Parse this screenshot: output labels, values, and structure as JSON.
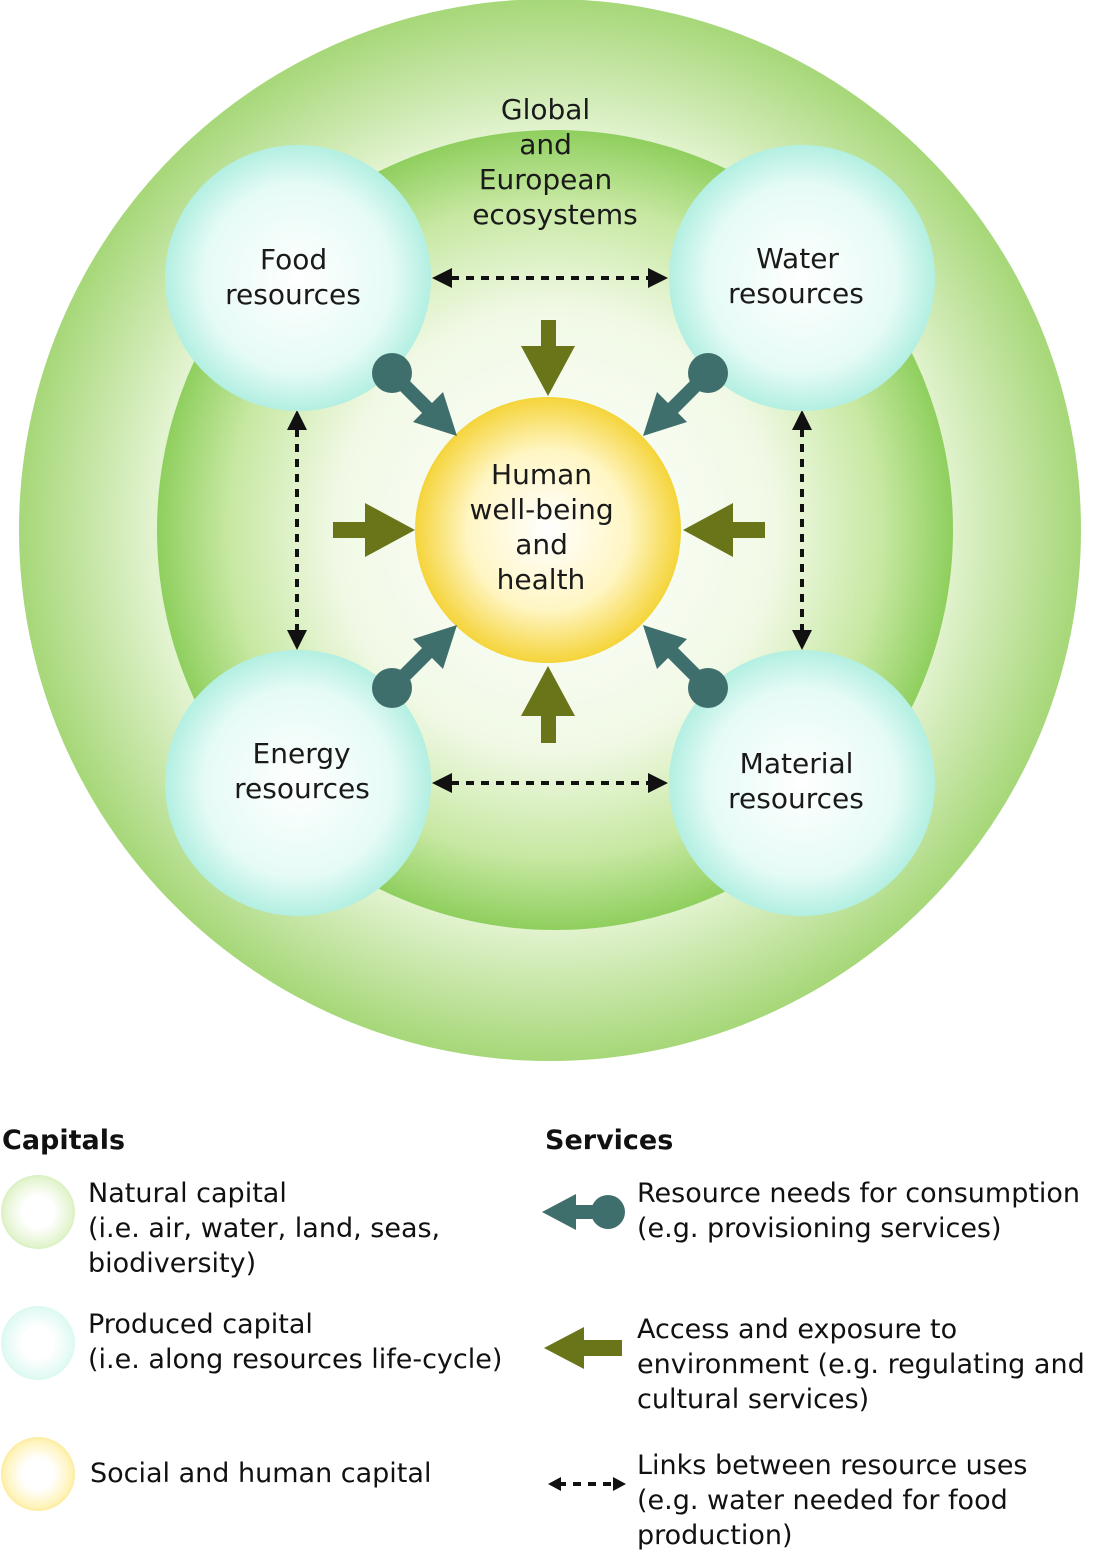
{
  "diagram": {
    "outer_ring": [
      "Global",
      "and",
      "European",
      "ecosystems"
    ],
    "nodes": {
      "food": [
        "Food",
        "resources"
      ],
      "water": [
        "Water",
        "resources"
      ],
      "energy": [
        "Energy",
        "resources"
      ],
      "material": [
        "Material",
        "resources"
      ],
      "center": [
        "Human",
        "well-being",
        "and",
        "health"
      ]
    }
  },
  "legend": {
    "capitals": {
      "heading": "Capitals",
      "items": [
        {
          "lines": [
            "Natural capital",
            "(i.e. air, water, land, seas,",
            "biodiversity)"
          ]
        },
        {
          "lines": [
            "Produced capital",
            "(i.e. along resources life-cycle)"
          ]
        },
        {
          "lines": [
            "Social and human capital"
          ]
        }
      ]
    },
    "services": {
      "heading": "Services",
      "items": [
        {
          "icon": "ball-arrow-icon",
          "lines": [
            "Resource needs for consumption",
            "(e.g. provisioning services)"
          ]
        },
        {
          "icon": "olive-arrow-icon",
          "lines": [
            "Access and exposure to",
            "environment (e.g. regulating and",
            "cultural services)"
          ]
        },
        {
          "icon": "dashed-double-arrow-icon",
          "lines": [
            "Links between resource uses",
            "(e.g. water needed for food",
            "production)"
          ]
        }
      ]
    }
  },
  "colors": {
    "natural_outer": "#a9d97a",
    "natural_light": "#eaf6dc",
    "natural_band": "#8fcf5e",
    "produced": "#c8f5ec",
    "produced_edge": "#a6ebdf",
    "social": "#f7d94c",
    "social_light": "#fffde8",
    "consumption_arrow": "#3f6f6c",
    "access_arrow": "#6a7519"
  }
}
